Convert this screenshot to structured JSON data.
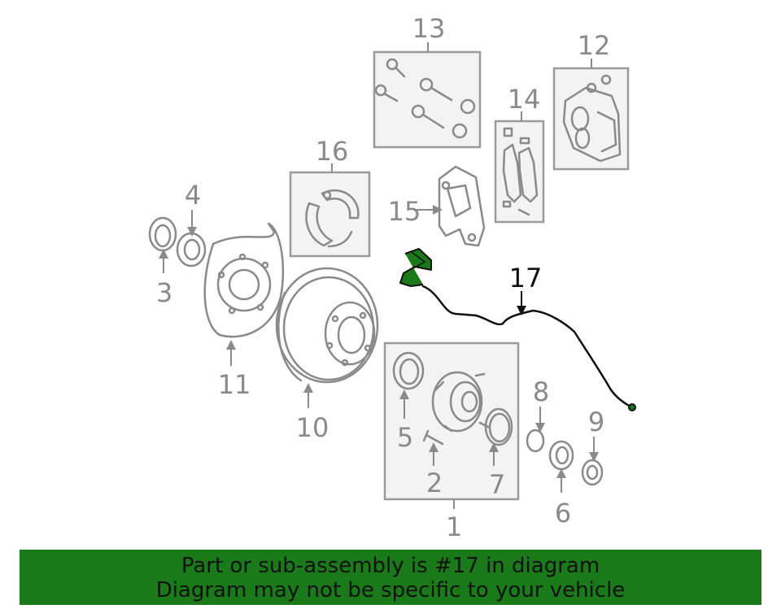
{
  "callouts": {
    "c1": "1",
    "c2": "2",
    "c3": "3",
    "c4": "4",
    "c5": "5",
    "c6": "6",
    "c7": "7",
    "c8": "8",
    "c9": "9",
    "c10": "10",
    "c11": "11",
    "c12": "12",
    "c13": "13",
    "c14": "14",
    "c15": "15",
    "c16": "16",
    "c17": "17"
  },
  "highlight_part": "17",
  "colors": {
    "highlight": "#1a7a1a",
    "parts": "#8a8a8a",
    "banner": "#1a7a1a"
  },
  "banner": {
    "line1": "Part or sub-assembly is #17 in diagram",
    "line2": "Diagram may not be specific to your vehicle"
  }
}
